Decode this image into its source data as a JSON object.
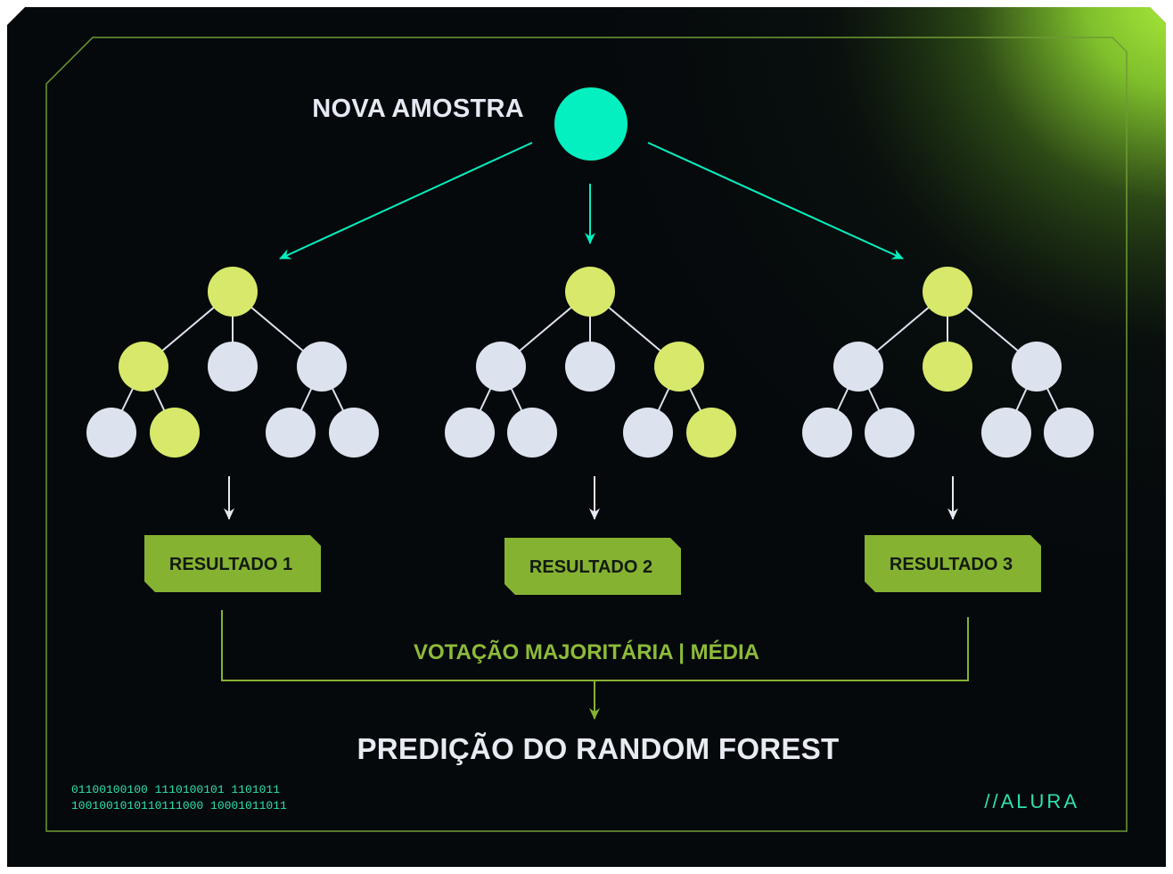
{
  "diagram": {
    "input_label": "NOVA AMOSTRA",
    "trees": [
      {
        "result_label": "RESULTADO 1"
      },
      {
        "result_label": "RESULTADO 2"
      },
      {
        "result_label": "RESULTADO 3"
      }
    ],
    "aggregation_label": "VOTAÇÃO MAJORITÁRIA | MÉDIA",
    "output_label": "PREDIÇÃO DO RANDOM FOREST"
  },
  "footer": {
    "binary_line_1": "01100100100 1110100101  1101011",
    "binary_line_2": "1001001010110111000    10001011011",
    "brand": "//ALURA"
  },
  "colors": {
    "background": "#05090c",
    "accent_teal": "#05f0c0",
    "node_highlight": "#d8e86a",
    "node_default": "#dde3ee",
    "result_box": "#86b232",
    "border_green": "#7fb23a",
    "glow_green": "#a8e83a"
  }
}
